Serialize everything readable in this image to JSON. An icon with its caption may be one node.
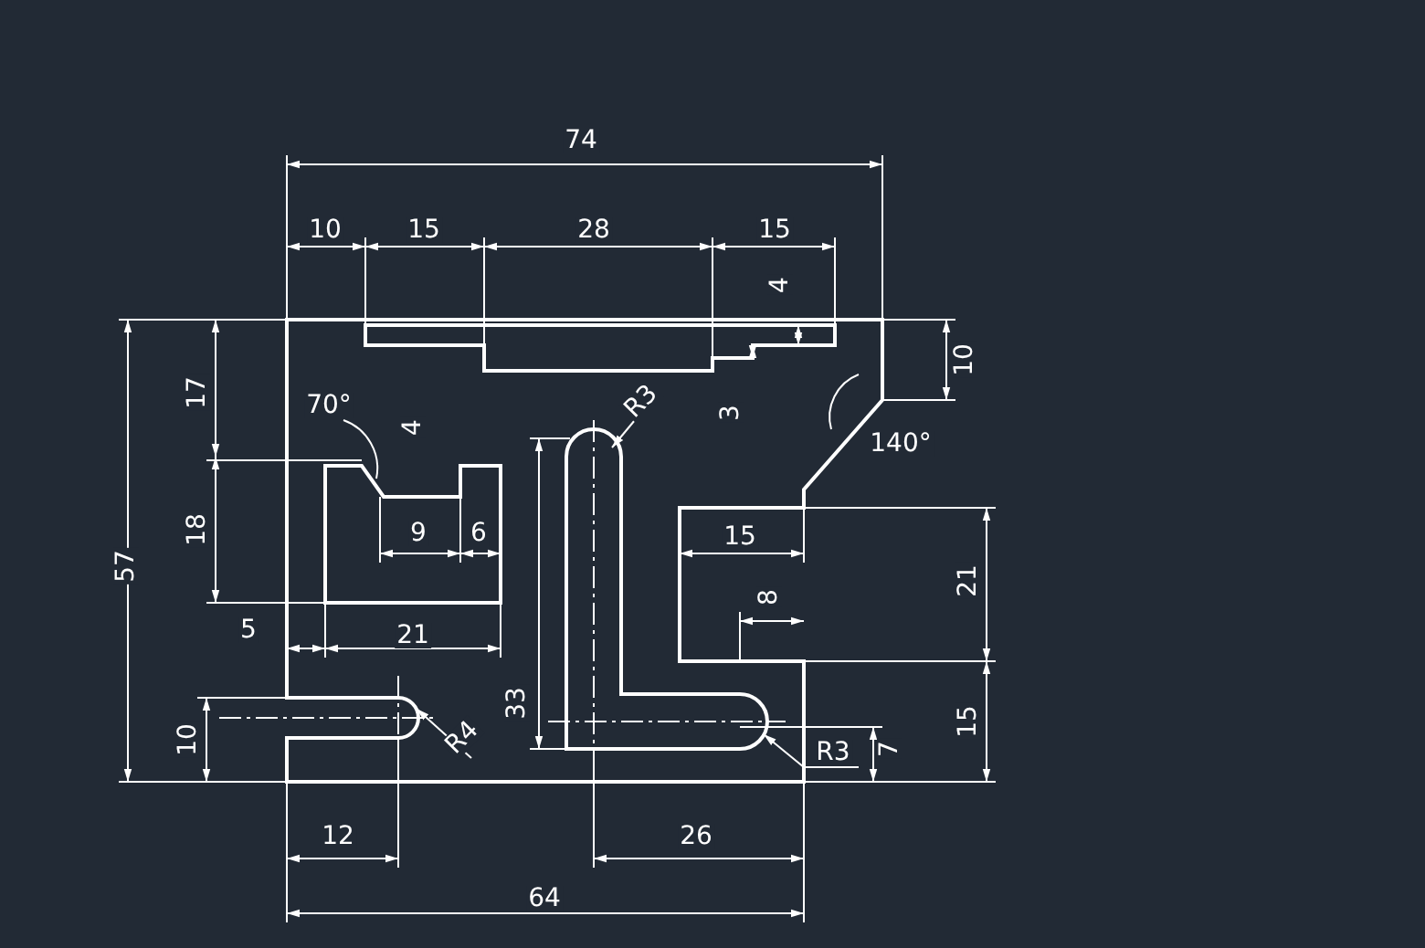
{
  "diagram": {
    "labels": [
      "74",
      "10",
      "15",
      "28",
      "15",
      "4",
      "10",
      "17",
      "70°",
      "R3",
      "4",
      "3",
      "140°",
      "18",
      "9",
      "6",
      "15",
      "21",
      "57",
      "5",
      "21",
      "8",
      "33",
      "10",
      "R4",
      "15",
      "7",
      "R3",
      "12",
      "26",
      "64"
    ]
  }
}
